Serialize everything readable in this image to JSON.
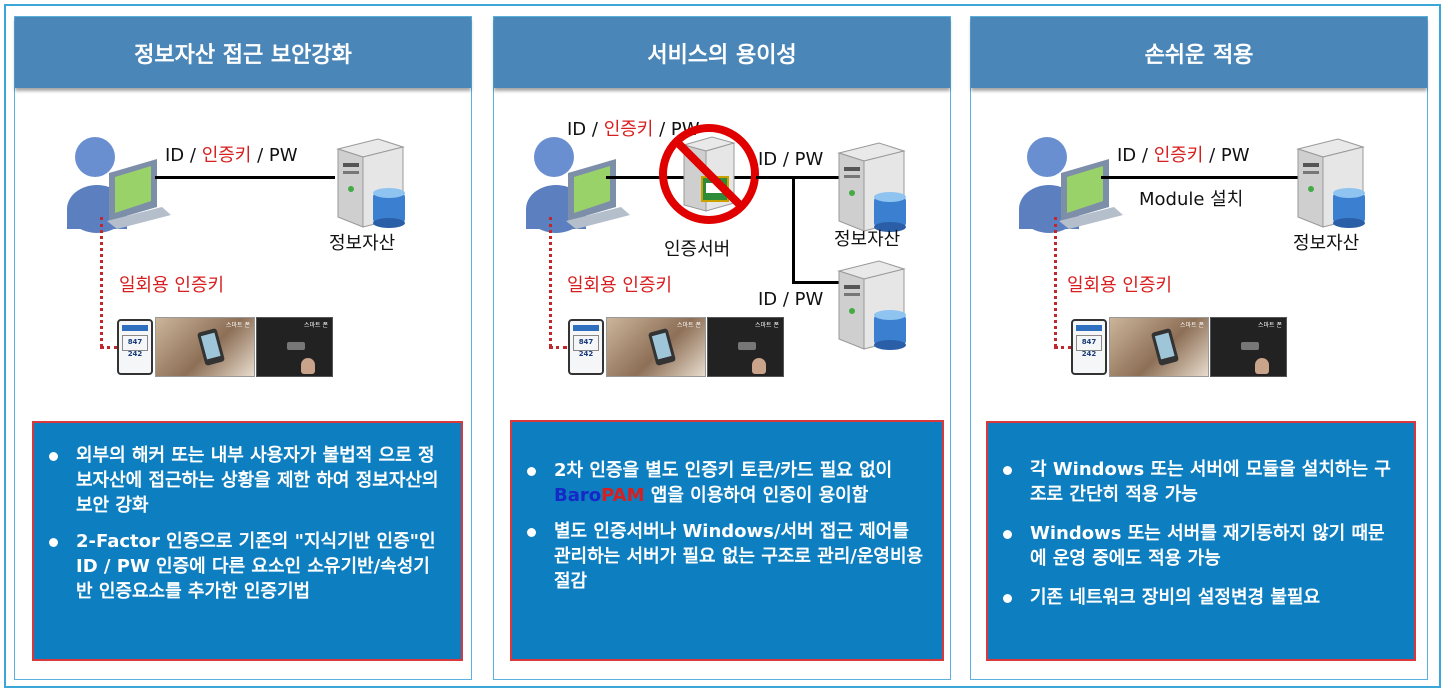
{
  "panels": [
    {
      "title": "정보자산 접근 보안강화",
      "label_pre": "ID / ",
      "label_key": "인증키",
      "label_post": " / PW",
      "server_label": "정보자산",
      "otp_label": "일회용 인증키",
      "bullets": [
        "외부의 해커 또는 내부 사용자가 불법적 으로 정보자산에 접근하는 상황을 제한 하여 정보자산의 보안 강화",
        "2-Factor 인증으로 기존의 \"지식기반 인증\"인 ID / PW 인증에 다른 요소인 소유기반/속성기반 인증요소를 추가한 인증기법"
      ]
    },
    {
      "title": "서비스의 용이성",
      "label_pre": "ID / ",
      "label_key": "인증키",
      "label_post": " / PW",
      "auth_server_label": "인증서버",
      "idpw_label_1": "ID / PW",
      "idpw_label_2": "ID / PW",
      "server_label": "정보자산",
      "otp_label": "일회용 인증키",
      "bullet1_pre": "2차 인증을 별도 인증키 토큰/카드 필요 없이 ",
      "brand_baro": "Baro",
      "brand_pam": "PAM",
      "bullet1_post": " 앱을 이용하여 인증이 용이함",
      "bullet2": "별도 인증서버나 Windows/서버 접근 제어를 관리하는 서버가 필요 없는 구조로 관리/운영비용 절감"
    },
    {
      "title": "손쉬운 적용",
      "label_pre": "ID / ",
      "label_key": "인증키",
      "label_post": " / PW",
      "module_label": "Module 설치",
      "server_label": "정보자산",
      "otp_label": "일회용 인증키",
      "bullets": [
        "각 Windows 또는 서버에 모듈을 설치하는 구조로 간단히 적용 가능",
        "Windows 또는 서버를 재기동하지 않기 때문에 운영 중에도 적용  가능",
        "기존 네트워크 장비의 설정변경 불필요"
      ]
    }
  ],
  "phone_code": "847 242",
  "colors": {
    "header": "#4a86b8",
    "textbox": "#0d7ebf",
    "textbox_border": "#d9393c",
    "accent_red": "#d81e1e"
  }
}
